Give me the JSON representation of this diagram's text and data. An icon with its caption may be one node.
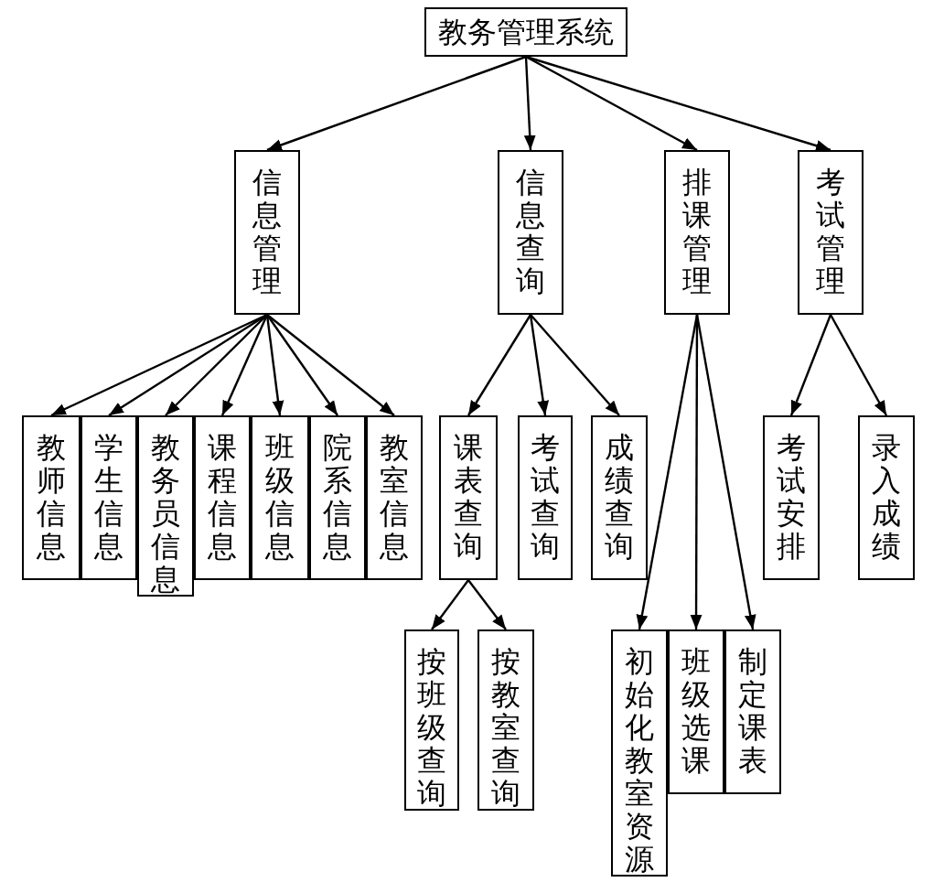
{
  "diagram": {
    "nodes": [
      {
        "text": [
          "教务管理系统"
        ]
      },
      {
        "text": [
          "信息管理"
        ]
      },
      {
        "text": [
          "信息查询"
        ]
      },
      {
        "text": [
          "排课管理"
        ]
      },
      {
        "text": [
          "考试管理"
        ]
      },
      {
        "text": [
          "教师信息"
        ]
      },
      {
        "text": [
          "学生信息"
        ]
      },
      {
        "text": [
          "教务员信息"
        ]
      },
      {
        "text": [
          "课程信息"
        ]
      },
      {
        "text": [
          "班级信息"
        ]
      },
      {
        "text": [
          "院系信息"
        ]
      },
      {
        "text": [
          "教室信息"
        ]
      },
      {
        "text": [
          "课表查询"
        ]
      },
      {
        "text": [
          "考试查询"
        ]
      },
      {
        "text": [
          "成绩查询"
        ]
      },
      {
        "text": [
          "按班级查询"
        ]
      },
      {
        "text": [
          "按教室查询"
        ]
      },
      {
        "text": [
          "初始化教室资源"
        ]
      },
      {
        "text": [
          "班级选课"
        ]
      },
      {
        "text": [
          "制定课表"
        ]
      },
      {
        "text": [
          "考试安排"
        ]
      },
      {
        "text": [
          "录入成绩"
        ]
      }
    ],
    "edges": [
      {
        "from": 0,
        "to": 1,
        "arrow": "to"
      },
      {
        "from": 0,
        "to": 2,
        "arrow": "to"
      },
      {
        "from": 0,
        "to": 3,
        "arrow": "to"
      },
      {
        "from": 0,
        "to": 4,
        "arrow": "to"
      },
      {
        "from": 1,
        "to": 5,
        "arrow": "to"
      },
      {
        "from": 1,
        "to": 6,
        "arrow": "to"
      },
      {
        "from": 1,
        "to": 7,
        "arrow": "to"
      },
      {
        "from": 1,
        "to": 8,
        "arrow": "to"
      },
      {
        "from": 1,
        "to": 9,
        "arrow": "to"
      },
      {
        "from": 1,
        "to": 10,
        "arrow": "to"
      },
      {
        "from": 1,
        "to": 11,
        "arrow": "to"
      },
      {
        "from": 2,
        "to": 12,
        "arrow": "to"
      },
      {
        "from": 2,
        "to": 13,
        "arrow": "to"
      },
      {
        "from": 2,
        "to": 14,
        "arrow": "to"
      },
      {
        "from": 12,
        "to": 15,
        "arrow": "to"
      },
      {
        "from": 12,
        "to": 16,
        "arrow": "to"
      },
      {
        "from": 3,
        "to": 17,
        "arrow": "to"
      },
      {
        "from": 3,
        "to": 18,
        "arrow": "to"
      },
      {
        "from": 3,
        "to": 19,
        "arrow": "to"
      },
      {
        "from": 4,
        "to": 20,
        "arrow": "to"
      },
      {
        "from": 4,
        "to": 21,
        "arrow": "to"
      }
    ]
  }
}
